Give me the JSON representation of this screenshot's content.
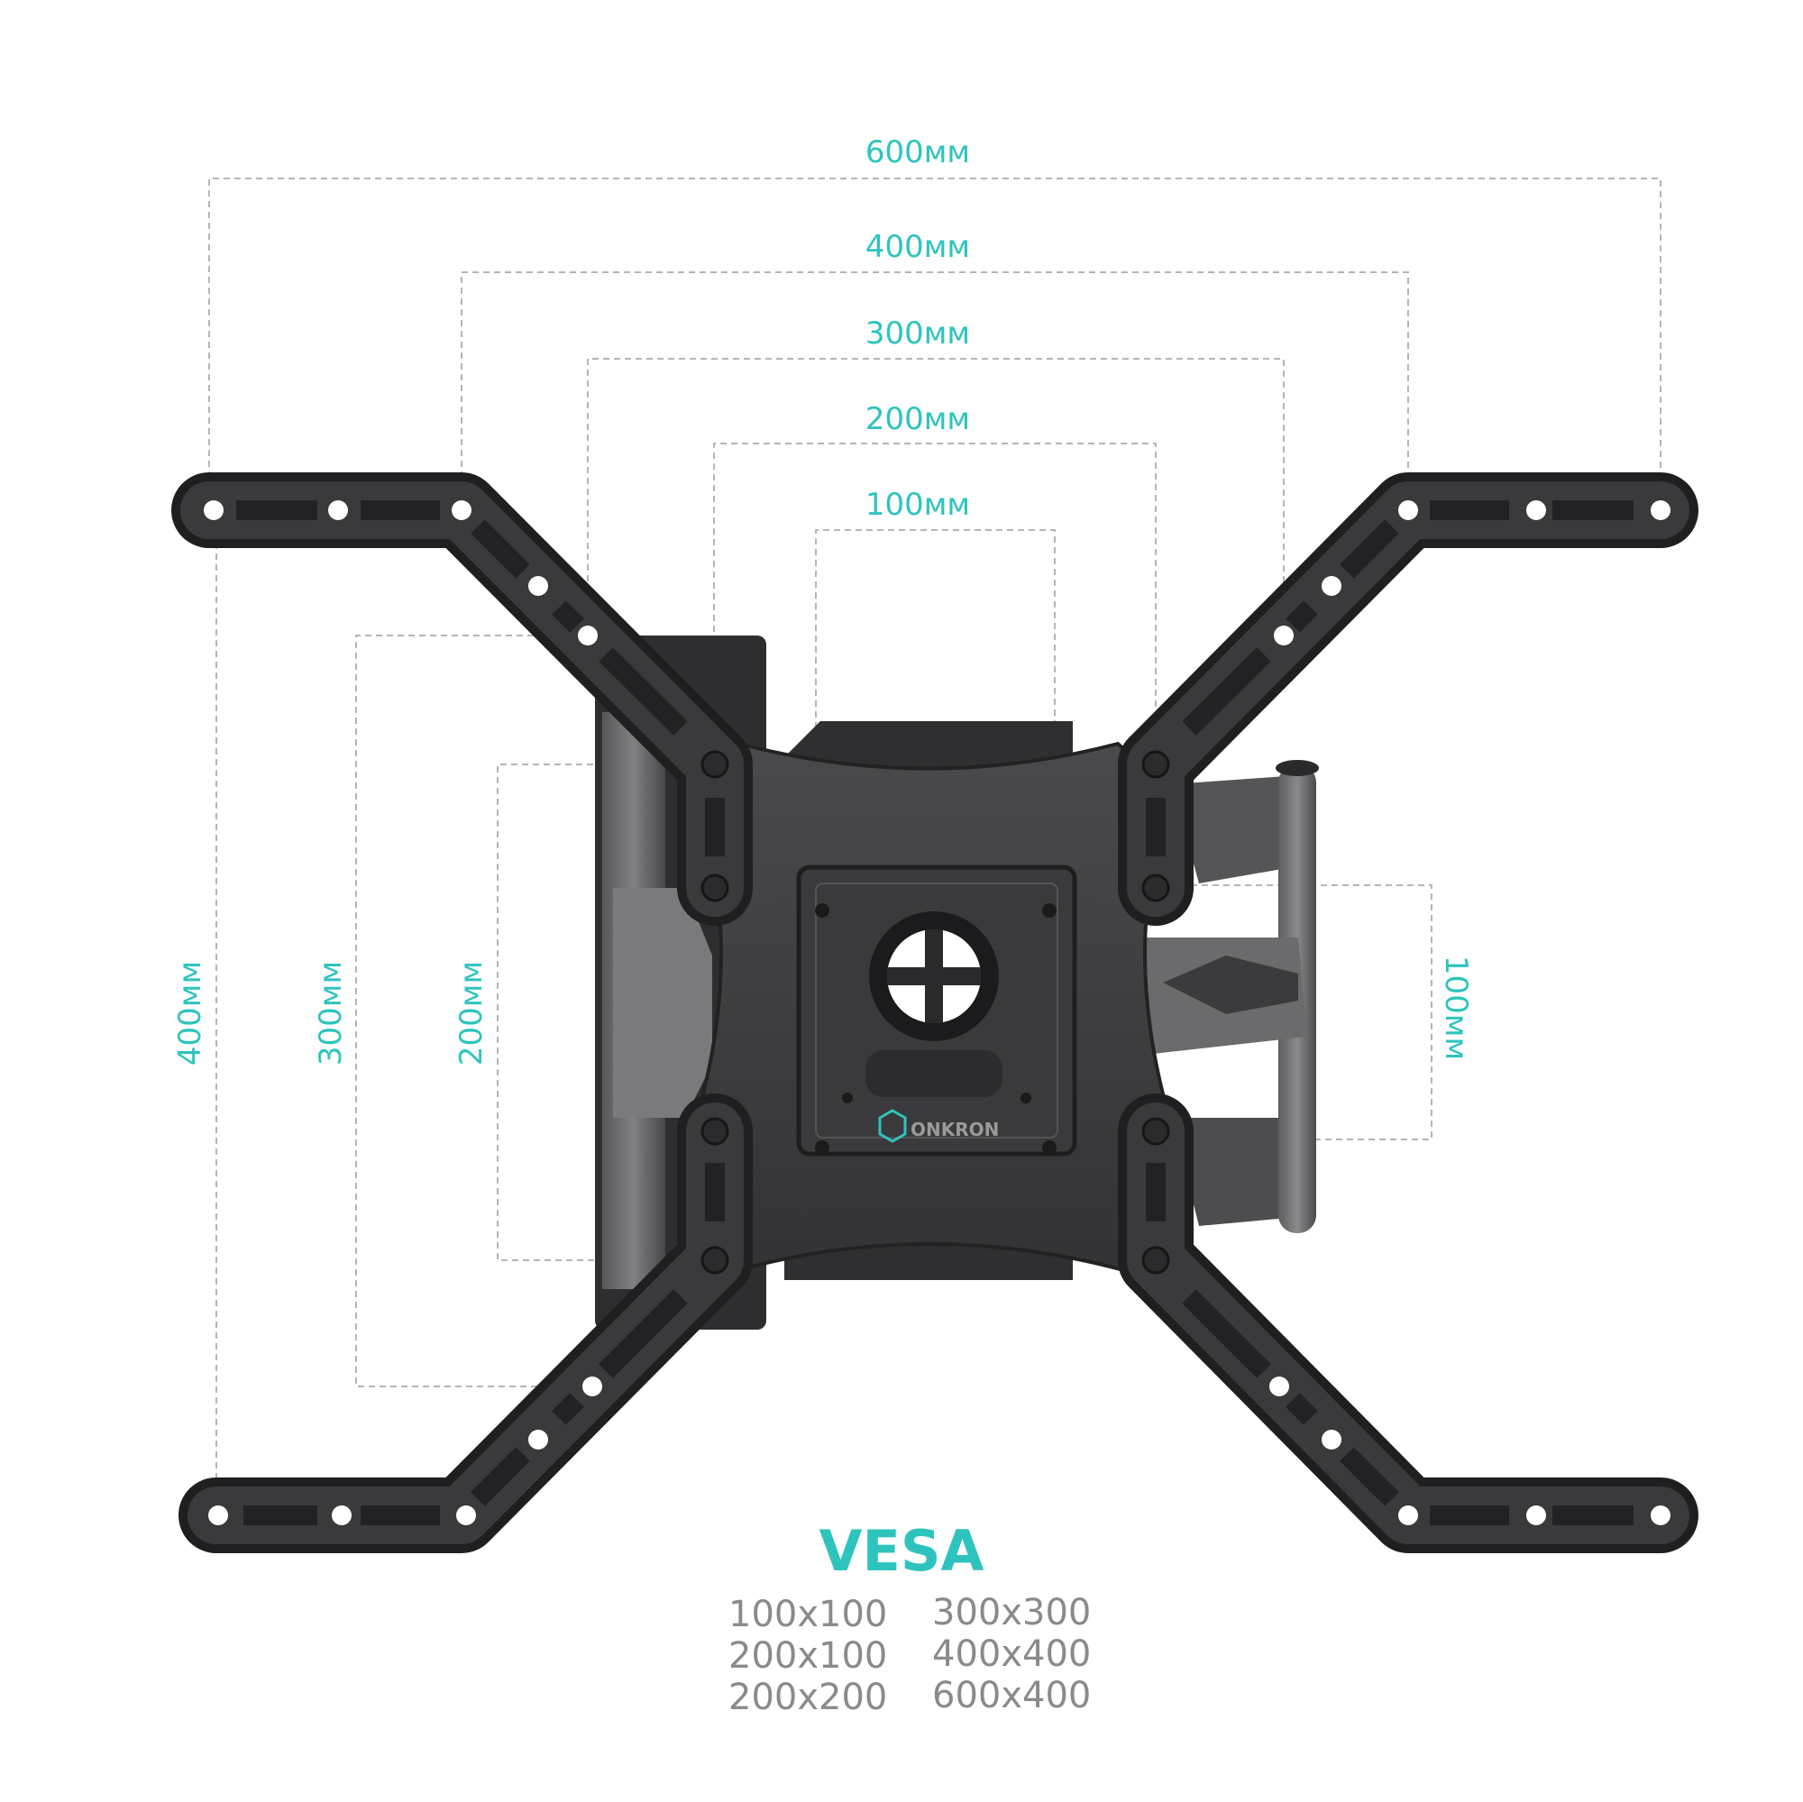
{
  "colors": {
    "accent": "#2ec4bd",
    "metal": "#3a3a3c",
    "metal_dark": "#1f1f21",
    "metal_light": "#6a6a6c",
    "guide": "#b5b5b5",
    "list_text": "#8a8a8a"
  },
  "horizontal_dimensions": [
    "600мм",
    "400мм",
    "300мм",
    "200мм",
    "100мм"
  ],
  "vertical_dimensions": {
    "left": [
      "400мм",
      "300мм",
      "200мм"
    ],
    "right": "100мм"
  },
  "brand": "ONKRON",
  "vesa": {
    "title": "VESA",
    "column_left": [
      "100x100",
      "200x100",
      "200x200"
    ],
    "column_right": [
      "300x300",
      "400x400",
      "600x400"
    ]
  }
}
